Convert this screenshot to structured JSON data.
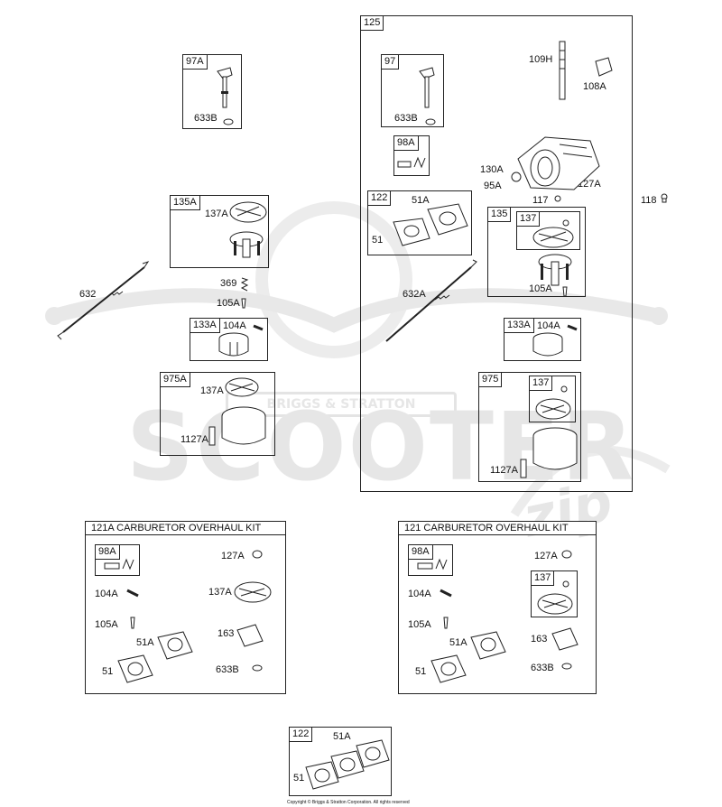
{
  "watermark": {
    "brand": "SCOOTER",
    "badge": "BRIGGS & STRATTON",
    "script": "zip"
  },
  "copyright": "Copyright © Briggs & Stratton Corporation. All rights reserved",
  "boxes": {
    "b97A": {
      "tag": "97A",
      "parts": [
        "633B"
      ]
    },
    "b135A": {
      "tag": "135A",
      "parts": [
        "137A"
      ]
    },
    "b133A_l": {
      "tag": "133A",
      "parts": [
        "104A"
      ]
    },
    "b975A": {
      "tag": "975A",
      "parts": [
        "137A",
        "1127A"
      ]
    },
    "b125": {
      "tag": "125",
      "parts": [
        "109H",
        "108A",
        "130A",
        "95A",
        "117",
        "127A",
        "105A",
        "632A"
      ]
    },
    "b97": {
      "tag": "97",
      "parts": [
        "633B"
      ]
    },
    "b98A": {
      "tag": "98A"
    },
    "b122_in": {
      "tag": "122",
      "parts": [
        "51A",
        "51"
      ]
    },
    "b135": {
      "tag": "135"
    },
    "b137_in135": {
      "tag": "137"
    },
    "b133A_r": {
      "tag": "133A",
      "parts": [
        "104A"
      ]
    },
    "b975": {
      "tag": "975",
      "parts": [
        "1127A"
      ]
    },
    "b137_in975": {
      "tag": "137"
    },
    "b122_bottom": {
      "tag": "122",
      "parts": [
        "51A",
        "51"
      ]
    }
  },
  "loose": {
    "l632": "632",
    "l369": "369",
    "l105A": "105A",
    "l118": "118"
  },
  "kitA": {
    "title": "121A CARBURETOR OVERHAUL KIT",
    "tag98A": "98A",
    "parts": [
      "127A",
      "104A",
      "137A",
      "105A",
      "163",
      "51A",
      "51",
      "633B"
    ]
  },
  "kitB": {
    "title": "121 CARBURETOR OVERHAUL KIT",
    "tag98A": "98A",
    "tag137": "137",
    "parts": [
      "127A",
      "104A",
      "105A",
      "163",
      "51A",
      "51",
      "633B"
    ]
  }
}
